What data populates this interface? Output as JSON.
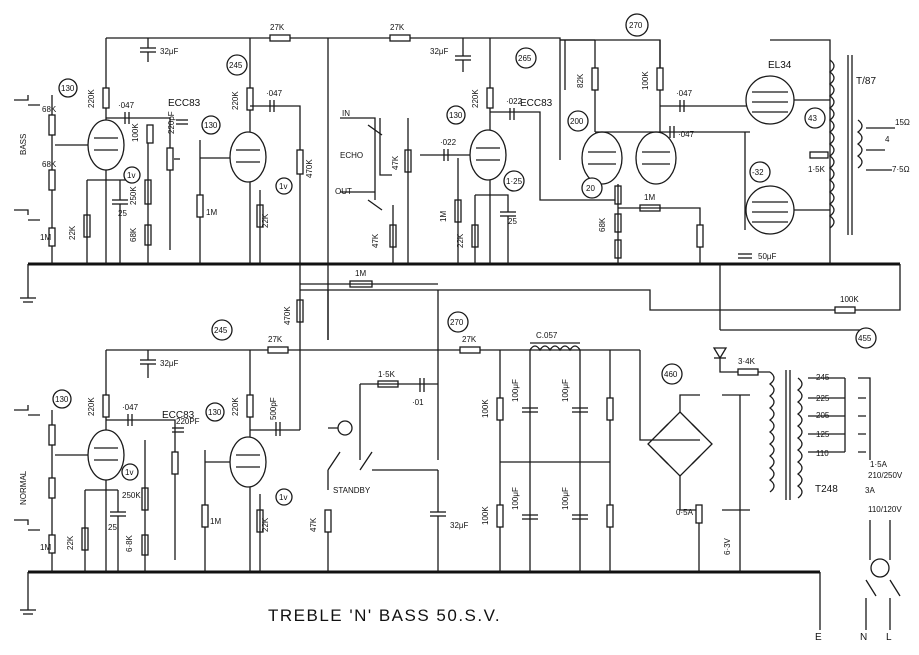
{
  "title": "TREBLE 'N' BASS 50.S.V.",
  "inputs": {
    "bass": "BASS",
    "normal": "NORMAL"
  },
  "tubes": {
    "preamp_a": "ECC83",
    "preamp_b": "ECC83",
    "phase_splitter": "ECC83",
    "power": "EL34"
  },
  "voltages": {
    "v245a": "245",
    "v245b": "245",
    "v265": "265",
    "v270a": "270",
    "v270b": "270",
    "v455": "455",
    "v460": "460",
    "v130a": "130",
    "v130b": "130",
    "v130c": "130",
    "v130d": "130",
    "v130e": "130",
    "v200": "200",
    "v1a": "1v",
    "v1b": "1v",
    "v1c": "1v",
    "v1d": "1v",
    "v125": "1·25",
    "v20": "20",
    "vneg32": "-32",
    "v43": "43"
  },
  "components": {
    "r27k_a": "27K",
    "r27k_b": "27K",
    "r27k_c": "27K",
    "r27k_d": "27K",
    "c32_a": "32μF",
    "c32_b": "32μF",
    "c32_c": "32μF",
    "c32_d": "32μF",
    "r220k_a": "220K",
    "r220k_b": "220K",
    "r220k_c": "220K",
    "r220k_d": "220K",
    "r220k_e": "220K",
    "r68k_a": "68K",
    "r68k_b": "68K",
    "r68k_c": "68K",
    "r68k_d": "68K",
    "r22k_a": "22K",
    "r22k_b": "22K",
    "r22k_c": "22K",
    "r22k_d": "22K",
    "r1m_a": "1M",
    "r1m_b": "1M",
    "r1m_c": "1M",
    "r1m_d": "1M",
    "c047_a": "·047",
    "c047_b": "·047",
    "c047_c": "·047",
    "c047_d": "·047",
    "c022_a": "·022",
    "c022_b": "·022",
    "r470k_a": "470K",
    "r470k_b": "470K",
    "r47k_a": "47K",
    "r47k_b": "47K",
    "r82k": "82K",
    "r100k_a": "100K",
    "r100k_b": "100K",
    "r15k_a": "1·5K",
    "r15k_b": "1·5K",
    "r34k": "3·4K",
    "c01": "·01",
    "c25_a": "25",
    "c25_b": "25",
    "c220pf": "220pF",
    "c500pf": "500pF",
    "c50mf": "50μF",
    "choke": "C.057",
    "c100mf_a": "100μF",
    "c100mf_b": "100μF",
    "c100mf_c": "100μF",
    "c100mf_d": "100μF",
    "fuse05": "0·5A",
    "fuse15": "1·5A",
    "fuse3": "3A",
    "v63": "6·3V"
  },
  "labels": {
    "echo": "ECHO",
    "in": "IN",
    "out": "OUT",
    "standby": "STANDBY",
    "out_trans": "T/87",
    "mains_trans": "T248",
    "tap_245": "245",
    "tap_225": "225",
    "tap_205": "205",
    "tap_125": "125",
    "tap_110": "110",
    "mains_e": "E",
    "mains_n": "N",
    "mains_l": "L",
    "spk_15": "15Ω",
    "spk_75": "7·5Ω",
    "spk_4": "4",
    "line_v": "210/250V",
    "line_v2": "110/120V"
  }
}
